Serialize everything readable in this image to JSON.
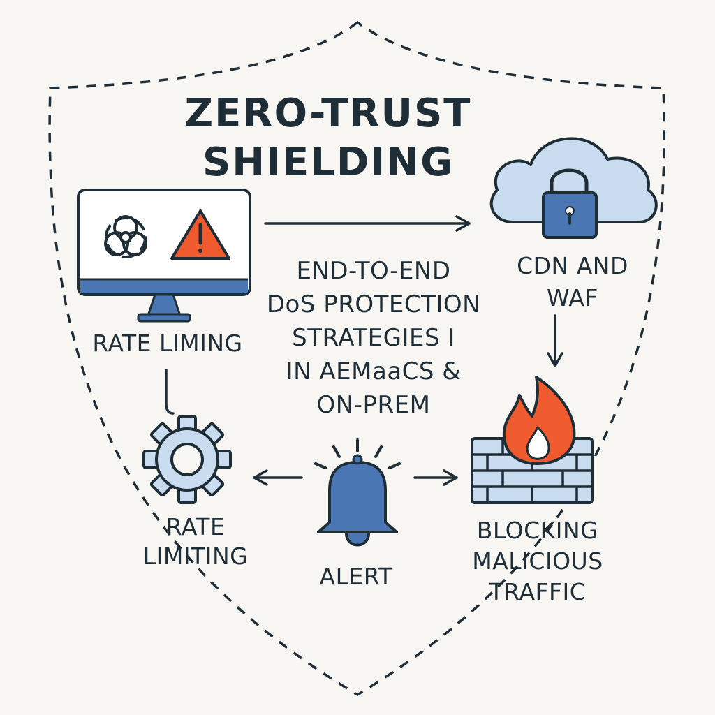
{
  "title": {
    "line1": "ZERO-TRUST",
    "line2": "SHIELDING"
  },
  "center_text": {
    "line1": "END-TO-END",
    "line2": "DoS PROTECTION",
    "line3": "STRATEGIES I",
    "line4": "IN AEMaaCS &",
    "line5": "ON-PREM"
  },
  "nodes": {
    "monitor": {
      "label": "RATE LIMING",
      "icons": [
        "biohazard-icon",
        "warning-icon"
      ]
    },
    "cdn": {
      "line1": "CDN AND",
      "line2": "WAF",
      "icon": "cloud-lock-icon"
    },
    "gear": {
      "line1": "RATE",
      "line2": "LIMITING",
      "icon": "gear-icon"
    },
    "alert": {
      "label": "ALERT",
      "icon": "bell-icon"
    },
    "firewall": {
      "line1": "BLOCKING",
      "line2": "MALICIOUS",
      "line3": "TRAFFIC",
      "icon": "firewall-icon"
    }
  },
  "colors": {
    "background": "#f7f6f2",
    "ink": "#1f2d36",
    "blue": "#4a77b4",
    "light_blue": "#c9dcef",
    "orange": "#ef5a2e"
  }
}
